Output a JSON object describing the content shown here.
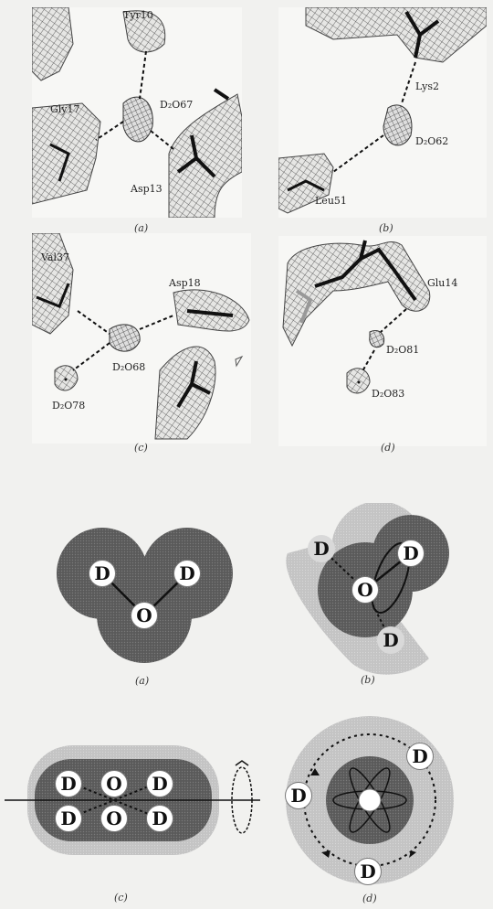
{
  "top": {
    "a": {
      "labels": {
        "tyr": "Tyr10",
        "water": "D₂O67",
        "gly": "Gly17",
        "asp": "Asp13"
      },
      "caption": "(a)"
    },
    "b": {
      "labels": {
        "lys": "Lys2",
        "water": "D₂O62",
        "leu": "Leu51"
      },
      "caption": "(b)"
    },
    "c": {
      "labels": {
        "val": "Val37",
        "asp": "Asp18",
        "water1": "D₂O68",
        "water2": "D₂O78"
      },
      "caption": "(c)"
    },
    "d": {
      "labels": {
        "glu": "Glu14",
        "water1": "D₂O81",
        "water2": "D₂O83"
      },
      "caption": "(d)"
    }
  },
  "bottom": {
    "a": {
      "atoms": {
        "d1": "D",
        "d2": "D",
        "o": "O"
      },
      "caption": "(a)"
    },
    "b": {
      "atoms": {
        "d1": "D",
        "d2": "D",
        "o": "O",
        "d3": "D"
      },
      "caption": "(b)"
    },
    "c": {
      "atoms": {
        "d1": "D",
        "o1": "O",
        "d2": "D",
        "d3": "D",
        "o2": "O",
        "d4": "D"
      },
      "caption": "(c)"
    },
    "d": {
      "atoms": {
        "d1": "D",
        "d2": "D",
        "d3": "D"
      },
      "caption": "(d)"
    }
  }
}
